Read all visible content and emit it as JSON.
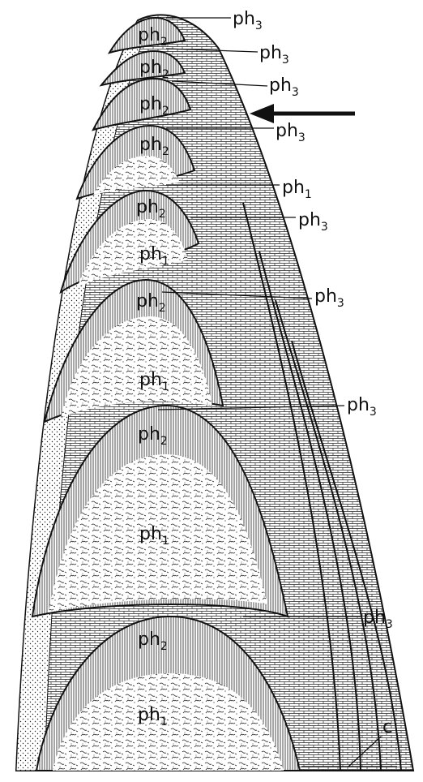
{
  "labels": {
    "ph1": "ph",
    "ph1_sub": "1",
    "ph2": "ph",
    "ph2_sub": "2",
    "ph3": "ph",
    "ph3_sub": "3",
    "c": "c"
  },
  "colors": {
    "ink": "#111111",
    "paper": "#ffffff",
    "stipple": "#2a2a2a"
  },
  "arrow": {
    "direction": "left"
  }
}
